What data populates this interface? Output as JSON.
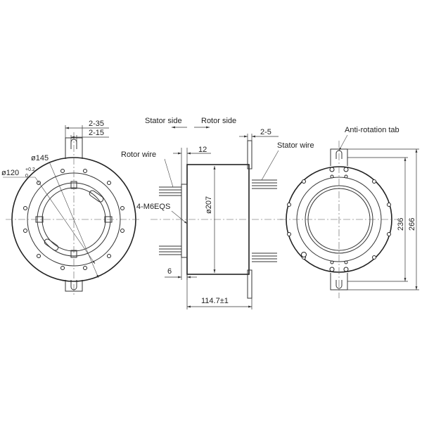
{
  "labels": {
    "stator_side": "Stator side",
    "rotor_side": "Rotor side",
    "rotor_wire": "Rotor wire",
    "stator_wire": "Stator wire",
    "anti_rotation_tab": "Anti-rotation tab",
    "screw": "4-M6EQS"
  },
  "dims": {
    "left_2_35": "2-35",
    "left_2_15": "2-15",
    "dia_145": "ø145",
    "dia_120": "ø120",
    "dia_120_tol_upper": "+0.2",
    "dia_120_tol_lower": "0",
    "side_12": "12",
    "side_2_5": "2-5",
    "dia_207": "ø207",
    "side_6": "6",
    "length": "114.7±1",
    "h_236": "236",
    "h_266": "266"
  },
  "colors": {
    "line": "#333333",
    "background": "#ffffff"
  }
}
